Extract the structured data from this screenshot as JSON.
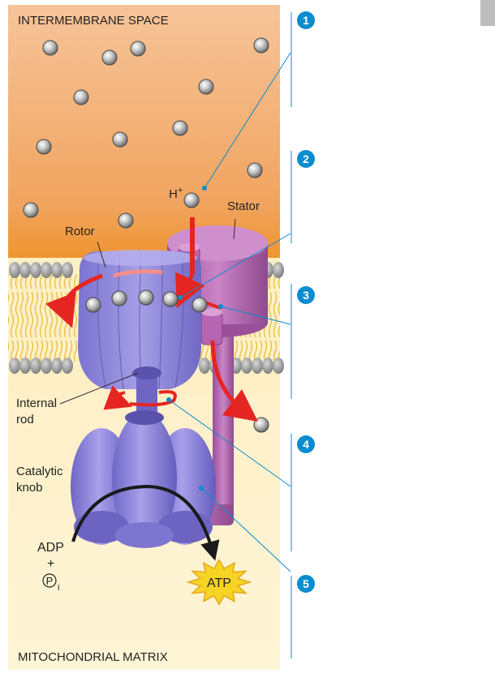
{
  "diagram": {
    "top_region": "INTERMEMBRANE SPACE",
    "bottom_region": "MITOCHONDRIAL MATRIX",
    "hydrogen_label": "H",
    "hydrogen_charge": "+",
    "rotor": "Rotor",
    "stator": "Stator",
    "internal_rod": [
      "Internal",
      "rod"
    ],
    "catalytic_knob": [
      "Catalytic",
      "knob"
    ],
    "adp": "ADP",
    "plus": "+",
    "pi": "P",
    "pi_sub": "i",
    "atp": "ATP",
    "steps": [
      "1",
      "2",
      "3",
      "4",
      "5"
    ]
  },
  "colors": {
    "accent_blue": "#0a8ccf",
    "proton_red": "#e52521",
    "rotor_purple": "#8c84d6",
    "stator_magenta": "#a95aa6",
    "atp_yellow": "#f7d325"
  }
}
